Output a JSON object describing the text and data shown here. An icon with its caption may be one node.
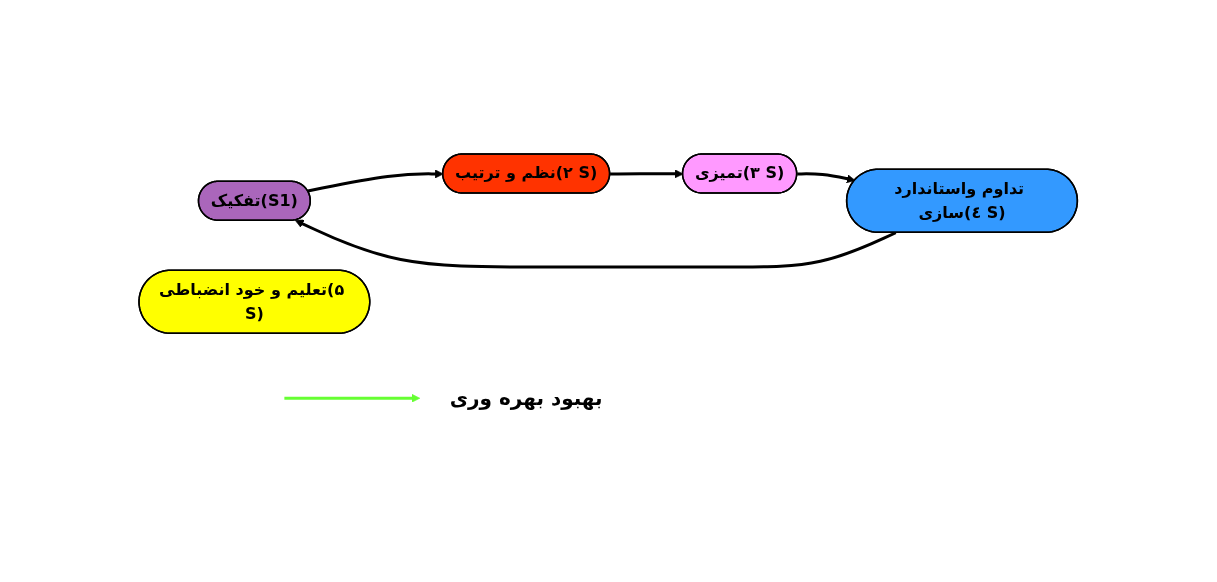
{
  "diagram": {
    "nodes": [
      {
        "text": [
          "تفکیک(S1)"
        ]
      },
      {
        "text": [
          "نظم و ترتیب(۲ S)"
        ]
      },
      {
        "text": [
          "تعلیم و خود انضباطی(۵ S)"
        ]
      },
      {
        "text": [
          "تمیزی(۳ S)"
        ]
      },
      {
        "text": [
          "تداوم واستاندارد سازی(٤ S)"
        ]
      },
      {
        "text": [
          "بهبود بهره وری"
        ]
      }
    ],
    "edges": [
      {
        "from": 0,
        "to": 1,
        "arrow": "to"
      },
      {
        "from": 1,
        "to": 3,
        "arrow": "to"
      },
      {
        "from": 3,
        "to": 4,
        "arrow": "to"
      },
      {
        "from": 4,
        "to": 0,
        "arrow": "to"
      },
      {
        "from": null,
        "to": 5,
        "arrow": "to",
        "color": "#66ff33"
      }
    ]
  }
}
